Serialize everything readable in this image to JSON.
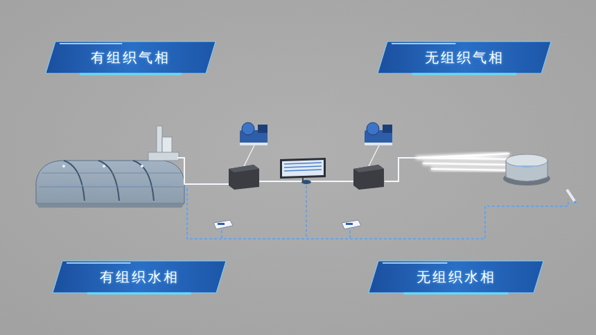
{
  "diagram": {
    "nodes": [
      {
        "text": [
          "有组织气相"
        ]
      },
      {
        "text": [
          "无组织气相"
        ]
      },
      {
        "text": [
          "有组织水相"
        ]
      },
      {
        "text": [
          "无组织水相"
        ]
      }
    ]
  }
}
